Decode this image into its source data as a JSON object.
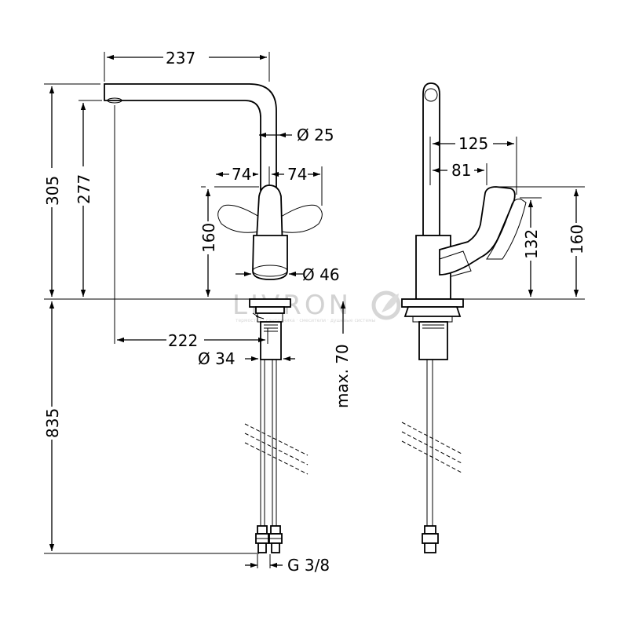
{
  "watermark": {
    "brand": "LIVRON",
    "tagline": "термостат · сантехника · смесители · душевые системы"
  },
  "front_view": {
    "dims": {
      "spout_reach": "237",
      "height_total": "305",
      "height_outlet": "277",
      "tube_diameter": "Ø 25",
      "lever_left": "74",
      "lever_right": "74",
      "lever_height": "160",
      "body_diameter": "Ø 46",
      "outlet_offset": "222",
      "shank_diameter": "Ø 34",
      "counter_thickness": "max. 70",
      "hose_length": "835",
      "connection": "G 3/8"
    }
  },
  "side_view": {
    "dims": {
      "lever_reach_outer": "125",
      "lever_reach_inner": "81",
      "lever_height_inner": "132",
      "lever_height_outer": "160"
    }
  }
}
